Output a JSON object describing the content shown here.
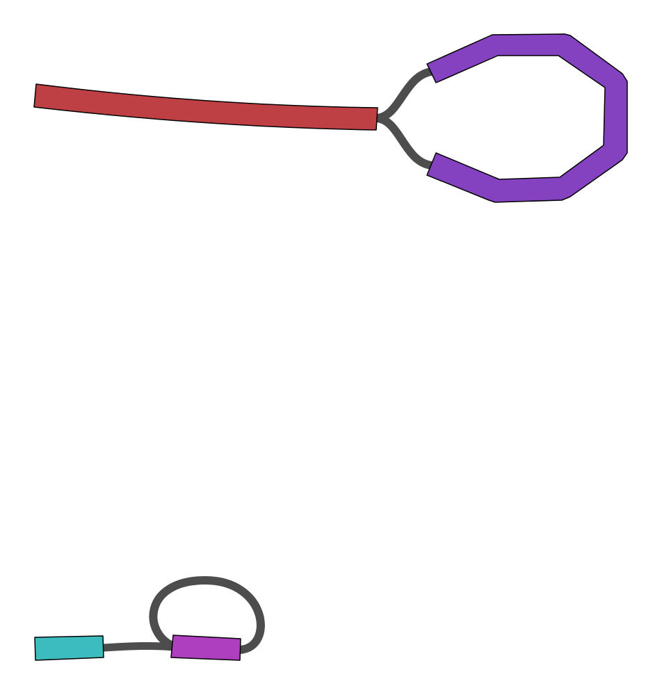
{
  "graph": {
    "components": [
      {
        "id": "component-1",
        "segments": [
          {
            "id": "segment-red",
            "color": "#bf4044"
          },
          {
            "id": "segment-purple-loop",
            "color": "#8441c0"
          }
        ],
        "links": [
          {
            "id": "link-red-to-purple-top",
            "color": "#4d4d4d"
          },
          {
            "id": "link-red-to-purple-bottom",
            "color": "#4d4d4d"
          }
        ]
      },
      {
        "id": "component-2",
        "segments": [
          {
            "id": "segment-teal",
            "color": "#3dbcbf"
          },
          {
            "id": "segment-magenta",
            "color": "#ae3fbf"
          }
        ],
        "links": [
          {
            "id": "link-teal-to-magenta",
            "color": "#4d4d4d"
          },
          {
            "id": "link-magenta-self-loop",
            "color": "#4d4d4d"
          }
        ]
      }
    ]
  }
}
